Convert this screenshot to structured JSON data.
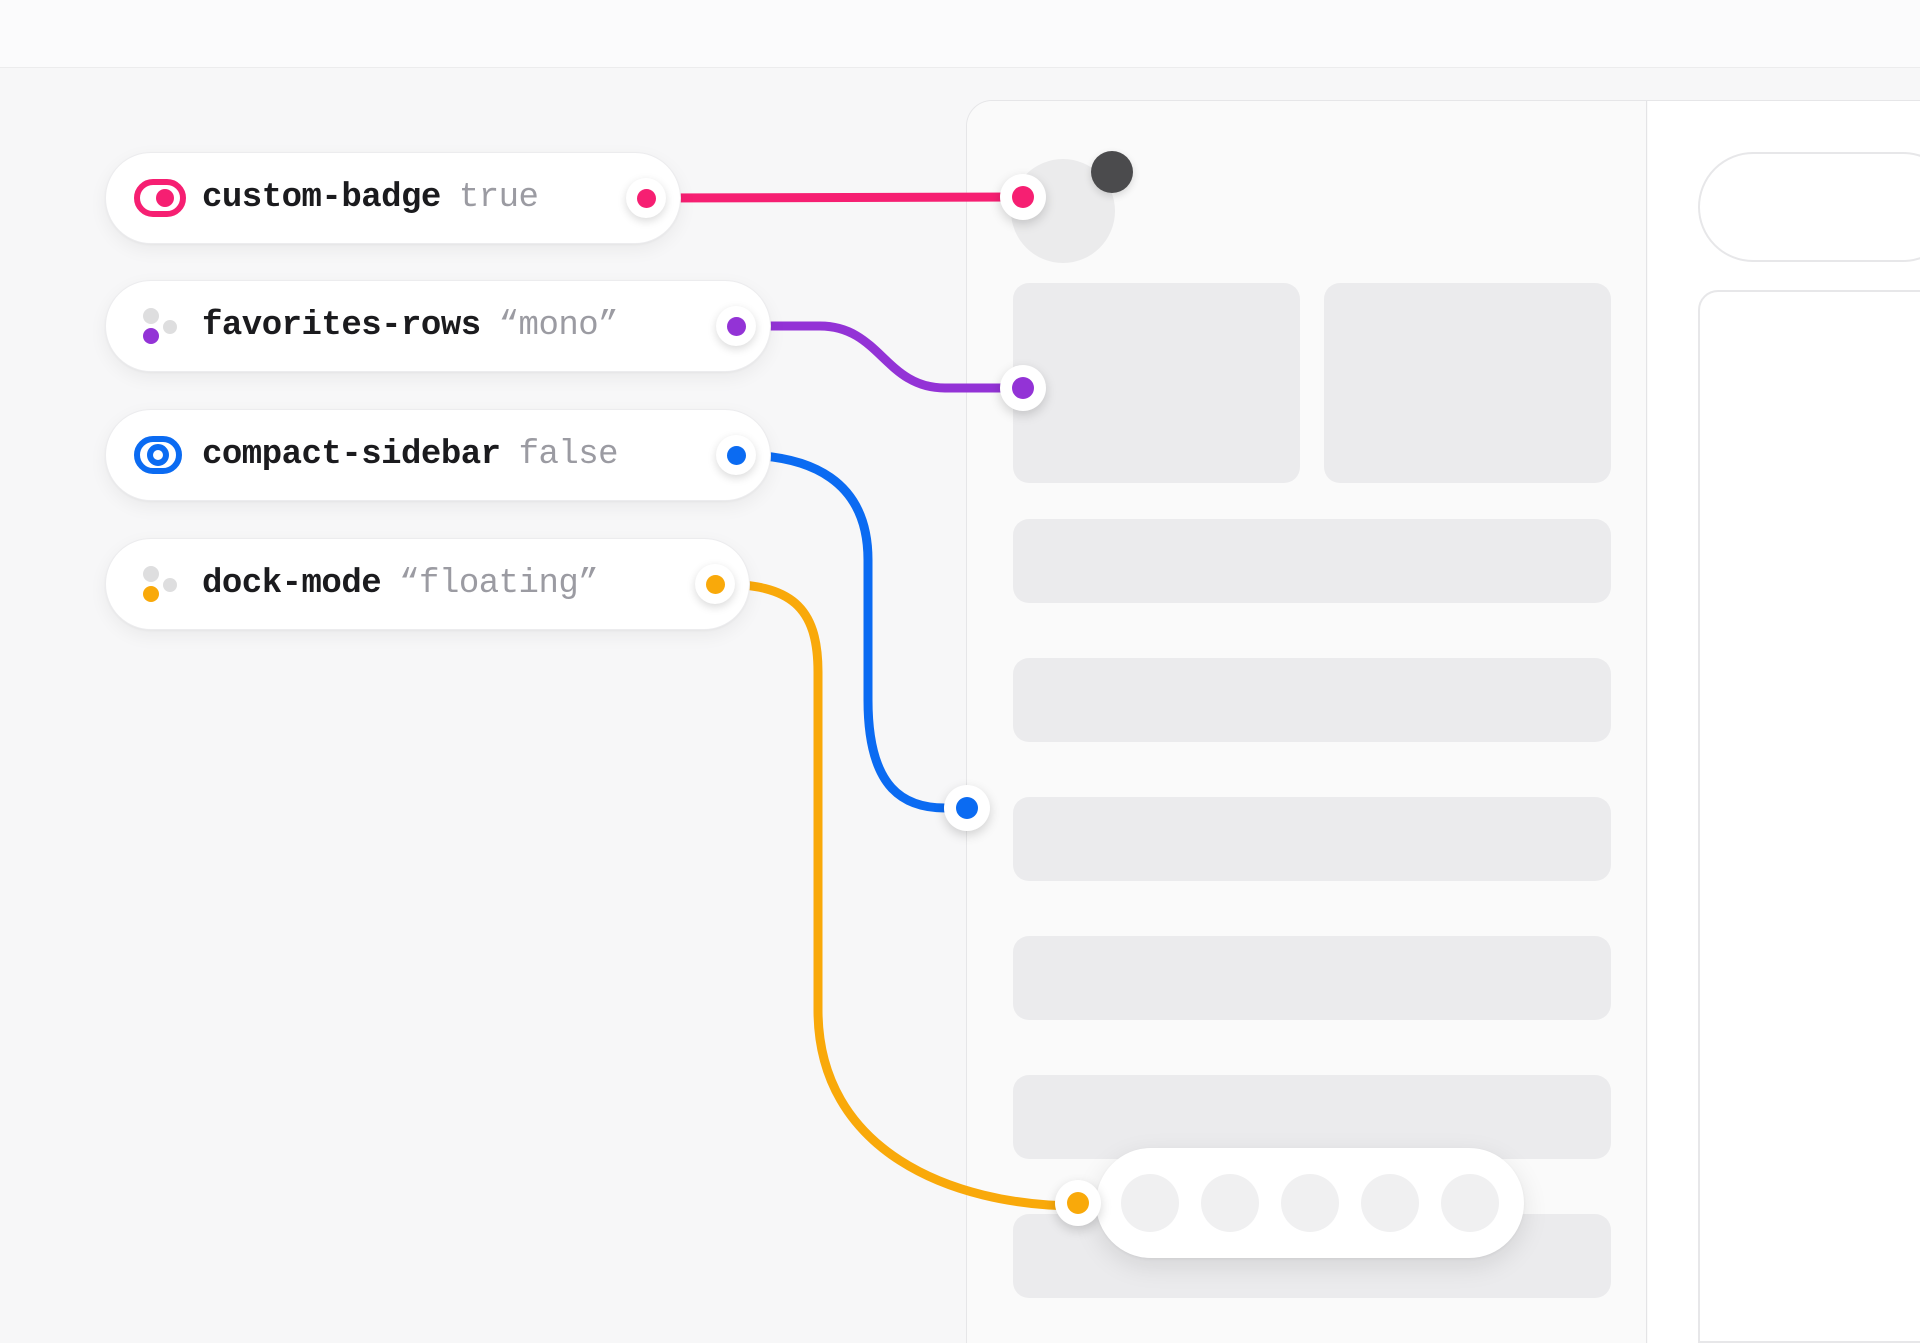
{
  "theme": {
    "background": "#f7f7f8",
    "panel_bg": "#fafafa",
    "panel_main_bg": "#ffffff",
    "skeleton_gray": "#ebebed",
    "border": "#e6e6e8",
    "key_text": "#1b1b1e",
    "value_text": "#9b9ba2"
  },
  "properties": [
    {
      "key": "custom-badge",
      "value": "true",
      "value_type": "boolean",
      "color": "#f61f72",
      "icon": "toggle-on-icon",
      "toggle_state": "on",
      "port": "connector-port-pink",
      "target": "avatar-badge"
    },
    {
      "key": "favorites-rows",
      "value": "“mono”",
      "value_type": "string",
      "color": "#9333d6",
      "icon": "layout-dots-icon",
      "toggle_state": null,
      "port": "connector-port-purple",
      "target": "tile-row"
    },
    {
      "key": "compact-sidebar",
      "value": "false",
      "value_type": "boolean",
      "color": "#0b6bf2",
      "icon": "toggle-off-icon",
      "toggle_state": "off",
      "port": "connector-port-blue",
      "target": "sidebar-edge"
    },
    {
      "key": "dock-mode",
      "value": "“floating”",
      "value_type": "string",
      "color": "#f9a90a",
      "icon": "layout-dots-icon",
      "toggle_state": null,
      "port": "connector-port-orange",
      "target": "floating-dock"
    }
  ],
  "connectors": [
    {
      "name": "connector-pink",
      "color": "#f61f72",
      "from": "custom-badge",
      "to": "avatar-badge",
      "style": "straight"
    },
    {
      "name": "connector-purple",
      "color": "#9333d6",
      "from": "favorites-rows",
      "to": "tile-row",
      "style": "s-curve"
    },
    {
      "name": "connector-blue",
      "color": "#0b6bf2",
      "from": "compact-sidebar",
      "to": "sidebar-edge",
      "style": "elbow-curve"
    },
    {
      "name": "connector-orange",
      "color": "#f9a90a",
      "from": "dock-mode",
      "to": "floating-dock",
      "style": "long-curve"
    }
  ],
  "mockup": {
    "avatar": {
      "name": "avatar",
      "badge": "avatar-badge",
      "badge_color": "#4b4b4d"
    },
    "tiles": [
      "tile-left",
      "tile-right"
    ],
    "bars": [
      "bar-1",
      "bar-2",
      "bar-3",
      "bar-4",
      "bar-5",
      "bar-6"
    ],
    "dock": {
      "name": "floating-dock",
      "item_count": 5
    },
    "right_panel": {
      "search_bar": "ghost-search-pill",
      "content_card": "ghost-content-card"
    }
  }
}
